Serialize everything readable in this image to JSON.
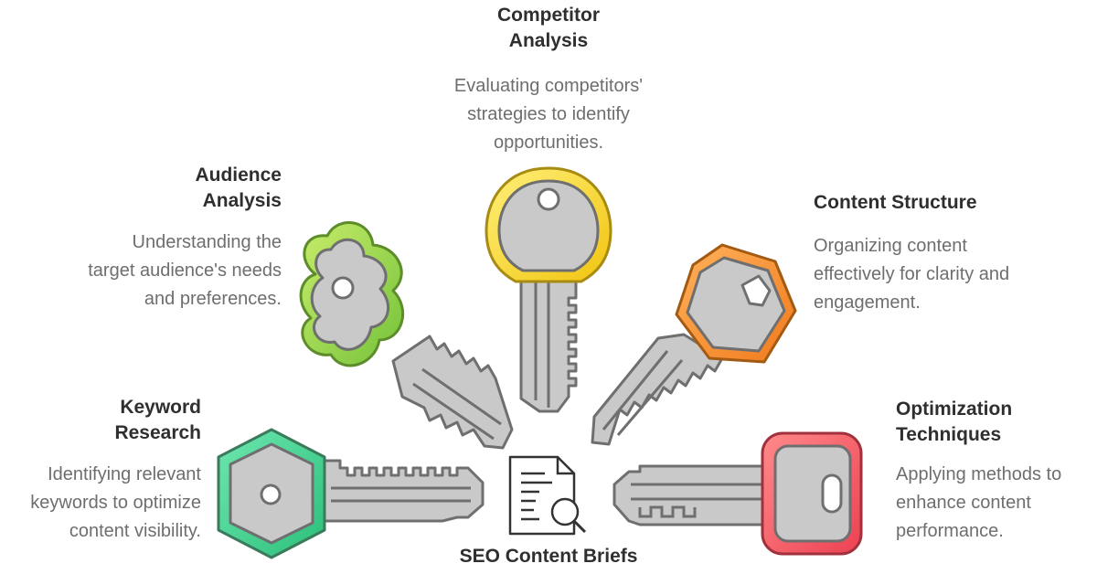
{
  "center": {
    "title": "SEO Content Briefs",
    "icon": "document-search-icon"
  },
  "keys": [
    {
      "id": "keyword",
      "title": "Keyword\nResearch",
      "description": "Identifying relevant\nkeywords to optimize\ncontent visibility.",
      "color": "#3ecf8e",
      "icon": "key-icon"
    },
    {
      "id": "audience",
      "title": "Audience\nAnalysis",
      "description": "Understanding the\ntarget audience's needs\nand preferences.",
      "color": "#8fd14f",
      "icon": "key-icon"
    },
    {
      "id": "competitor",
      "title": "Competitor\nAnalysis",
      "description": "Evaluating competitors'\nstrategies to identify\nopportunities.",
      "color": "#f4d21f",
      "icon": "key-icon"
    },
    {
      "id": "structure",
      "title": "Content Structure",
      "description": "Organizing content\neffectively for clarity and\nengagement.",
      "color": "#f5922f",
      "icon": "key-icon"
    },
    {
      "id": "optimization",
      "title": "Optimization\nTechniques",
      "description": "Applying methods to\nenhance content\nperformance.",
      "color": "#f25c6a",
      "icon": "key-icon"
    }
  ]
}
